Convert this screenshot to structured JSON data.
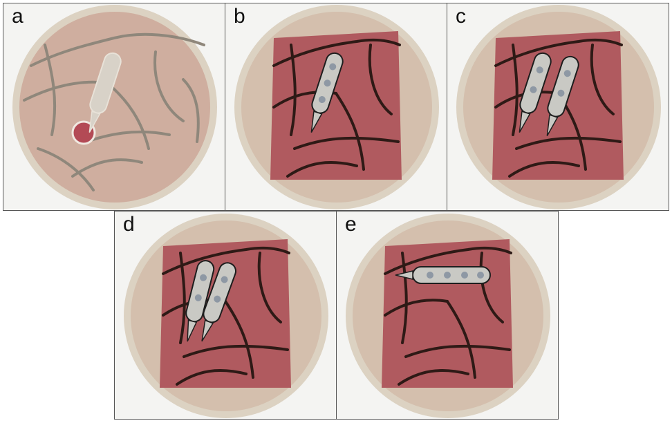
{
  "panels": [
    {
      "label": "a",
      "state": "craniotomy-with-sample-pipette"
    },
    {
      "label": "b",
      "state": "tissue-exposed-single-pipette"
    },
    {
      "label": "c",
      "state": "tissue-exposed-two-pipettes"
    },
    {
      "label": "d",
      "state": "tissue-exposed-two-pipettes-converging"
    },
    {
      "label": "e",
      "state": "tissue-exposed-horizontal-pipette"
    }
  ],
  "colors": {
    "panel_background": "#f4f4f2",
    "panel_border": "#555555",
    "skull_rim": "#d9cfc0",
    "skull_inner": "#d7c4b3",
    "brain_pale": "#c9a49a",
    "brain_tissue": "#b05a5f",
    "vessel_pale": "#8f877b",
    "vessel_dark": "#2e1a16",
    "pipette_fill": "#c9c9c4",
    "pipette_outline": "#1e1e1e",
    "cell": "#8e98a4",
    "drop": "#b34a55"
  },
  "icons": [
    "cranial-window-icon",
    "blood-vessel-icon",
    "micropipette-icon",
    "cell-icon",
    "droplet-icon"
  ]
}
